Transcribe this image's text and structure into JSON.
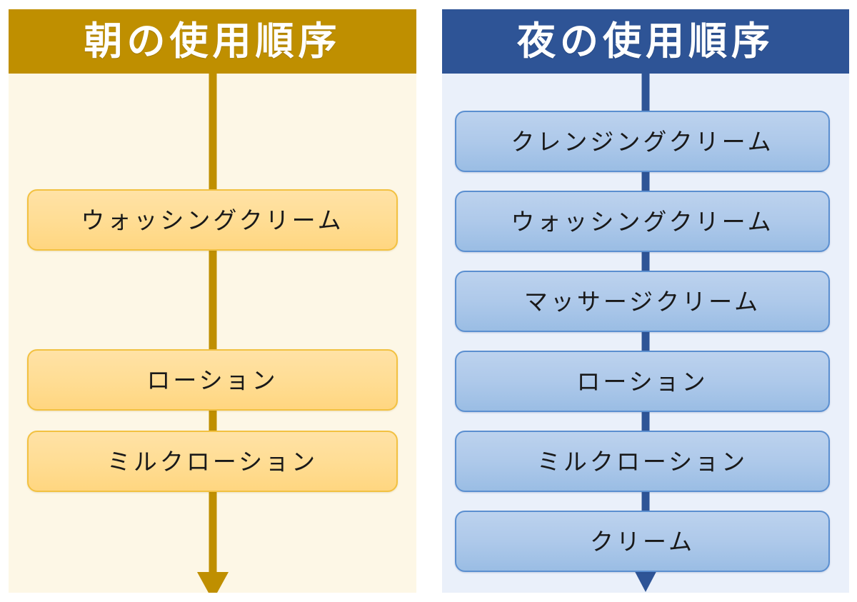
{
  "panels": [
    {
      "key": "morning",
      "header": {
        "title": "朝の使用順序"
      },
      "colors": {
        "header_bg": "#bf8f00",
        "panel_bg": "#fdf7e6",
        "connector": "#bf8f00",
        "box_fill_top": "#ffe2a6",
        "box_fill_bottom": "#ffd680",
        "box_border": "#f2c141",
        "text": "#191919",
        "header_text": "#ffffff"
      },
      "steps": [
        {
          "label": "ウォッシングクリーム"
        },
        {
          "label": "ローション"
        },
        {
          "label": "ミルクローション"
        }
      ],
      "arrow": {
        "direction": "down",
        "color": "#bf8f00"
      }
    },
    {
      "key": "night",
      "header": {
        "title": "夜の使用順序"
      },
      "colors": {
        "header_bg": "#2e5496",
        "panel_bg": "#eaf0fa",
        "connector": "#2e5496",
        "box_fill_top": "#bcd2ee",
        "box_fill_bottom": "#9abde4",
        "box_border": "#5b8fd0",
        "text": "#191919",
        "header_text": "#ffffff"
      },
      "steps": [
        {
          "label": "クレンジングクリーム"
        },
        {
          "label": "ウォッシングクリーム"
        },
        {
          "label": "マッサージクリーム"
        },
        {
          "label": "ローション"
        },
        {
          "label": "ミルクローション"
        },
        {
          "label": "クリーム"
        }
      ],
      "arrow": {
        "direction": "down",
        "color": "#2e5496"
      }
    }
  ]
}
